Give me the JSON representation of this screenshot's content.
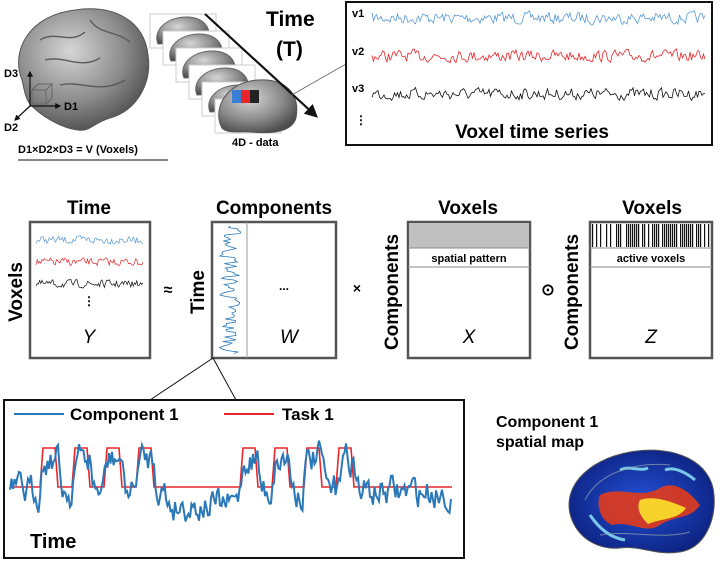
{
  "top": {
    "axis_d3": "D3",
    "axis_d1": "D1",
    "axis_d2": "D2",
    "voxel_formula": "D1×D2×D3 = V (Voxels)",
    "label_4d": "4D - data",
    "time_word": "Time",
    "time_symbol": "(T)",
    "series_box": {
      "labels": [
        "v1",
        "v2",
        "v3",
        "⋮"
      ],
      "title": "Voxel time series",
      "colors": [
        "#5b9bd5",
        "#e8262a",
        "#111111"
      ]
    }
  },
  "factorization": {
    "Y": {
      "title": "Time",
      "side": "Voxels",
      "dots": "⋮",
      "symbol": "Y"
    },
    "op1": "≈",
    "W": {
      "title": "Components",
      "side": "Time",
      "dots": "...",
      "symbol": "W"
    },
    "op2": "×",
    "X": {
      "title": "Voxels",
      "side": "Components",
      "band": "spatial pattern",
      "symbol": "X"
    },
    "op3": "⊙",
    "Z": {
      "title": "Voxels",
      "side": "Components",
      "band": "active voxels",
      "symbol": "Z"
    }
  },
  "component_plot": {
    "legend_component": "Component 1",
    "legend_task": "Task 1",
    "xlabel": "Time",
    "component_color": "#2b78b8",
    "task_color": "#e8262a"
  },
  "spatial_map": {
    "title_line1": "Component 1",
    "title_line2": "spatial map"
  }
}
